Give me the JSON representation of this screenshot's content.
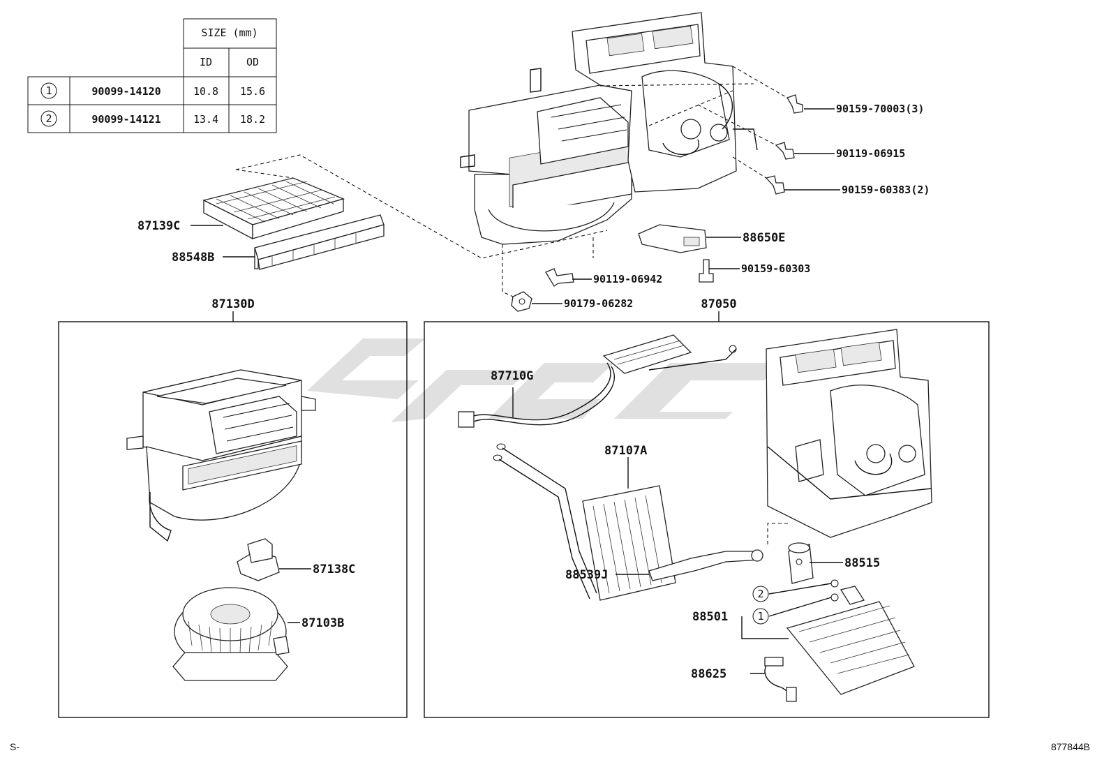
{
  "size_table": {
    "header_size": "SIZE (mm)",
    "header_id": "ID",
    "header_od": "OD",
    "rows": [
      {
        "ref": "1",
        "part": "90099-14120",
        "id": "10.8",
        "od": "15.6"
      },
      {
        "ref": "2",
        "part": "90099-14121",
        "id": "13.4",
        "od": "18.2"
      }
    ]
  },
  "callouts": {
    "p90159_70003": "90159-70003(3)",
    "p90119_06915": "90119-06915",
    "p90159_60383": "90159-60383(2)",
    "p87139C": "87139C",
    "p88548B": "88548B",
    "p88650E": "88650E",
    "p90159_60303": "90159-60303",
    "p90119_06942": "90119-06942",
    "p90179_06282": "90179-06282",
    "p87130D": "87130D",
    "p87050": "87050",
    "p87710G": "87710G",
    "p87107A": "87107A",
    "p87138C": "87138C",
    "p87103B": "87103B",
    "p88539J": "88539J",
    "p88515": "88515",
    "p88501": "88501",
    "p88625": "88625",
    "ref2": "2",
    "ref1": "1"
  },
  "corner_left": "S-",
  "corner_right": "877844B"
}
